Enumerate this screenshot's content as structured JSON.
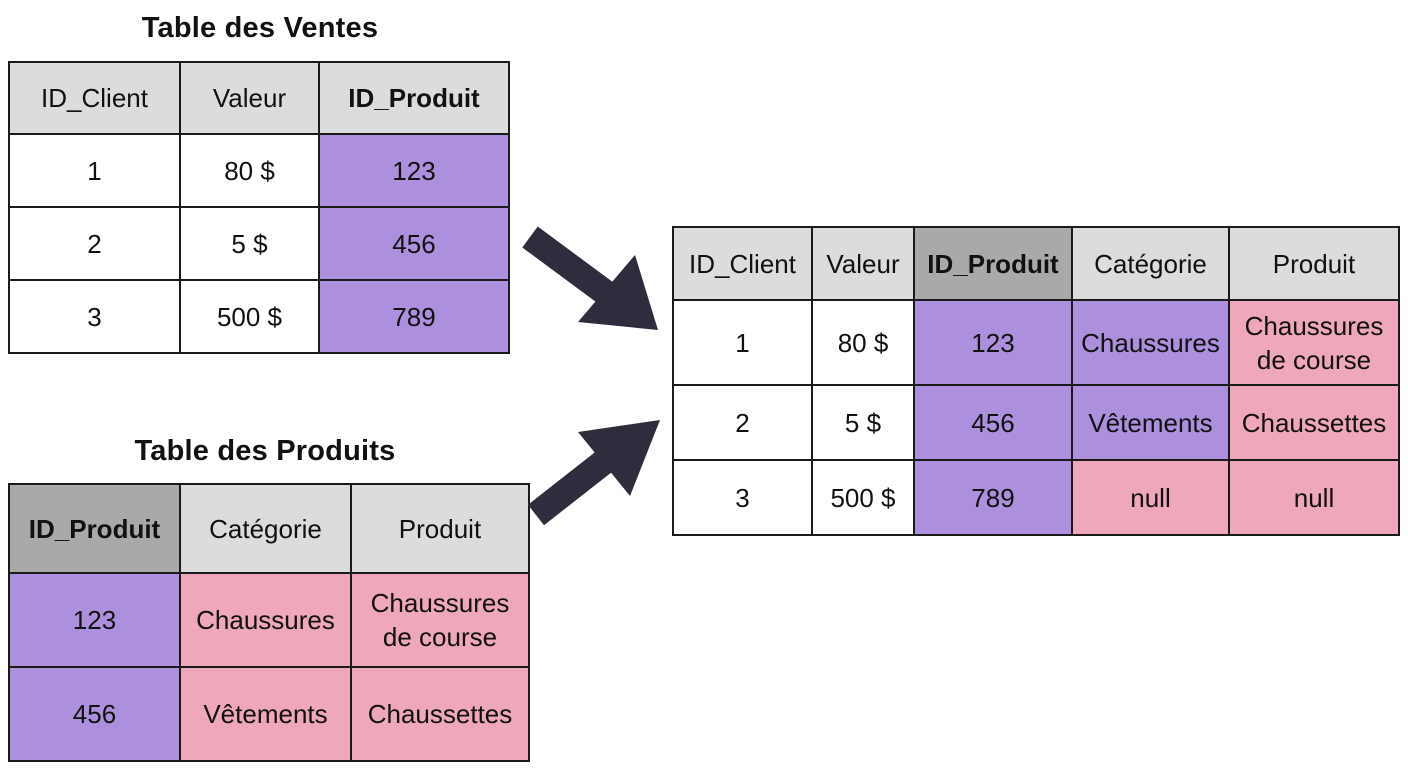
{
  "sales_table": {
    "title": "Table des Ventes",
    "headers": [
      "ID_Client",
      "Valeur",
      "ID_Produit"
    ],
    "rows": [
      [
        "1",
        "80 $",
        "123"
      ],
      [
        "2",
        "5 $",
        "456"
      ],
      [
        "3",
        "500 $",
        "789"
      ]
    ]
  },
  "products_table": {
    "title": "Table des Produits",
    "headers": [
      "ID_Produit",
      "Catégorie",
      "Produit"
    ],
    "rows": [
      [
        "123",
        "Chaussures",
        "Chaussures de course"
      ],
      [
        "456",
        "Vêtements",
        "Chaussettes"
      ]
    ]
  },
  "result_table": {
    "headers": [
      "ID_Client",
      "Valeur",
      "ID_Produit",
      "Catégorie",
      "Produit"
    ],
    "rows": [
      [
        "1",
        "80 $",
        "123",
        "Chaussures",
        "Chaussures de course"
      ],
      [
        "2",
        "5 $",
        "456",
        "Vêtements",
        "Chaussettes"
      ],
      [
        "3",
        "500 $",
        "789",
        "null",
        "null"
      ]
    ]
  },
  "colors": {
    "header": "#dcdcdc",
    "key_header": "#a9a9a9",
    "key_cell": "#ac90dd",
    "joined_cell": "#efa7bb",
    "arrow": "#2e2d3d"
  }
}
